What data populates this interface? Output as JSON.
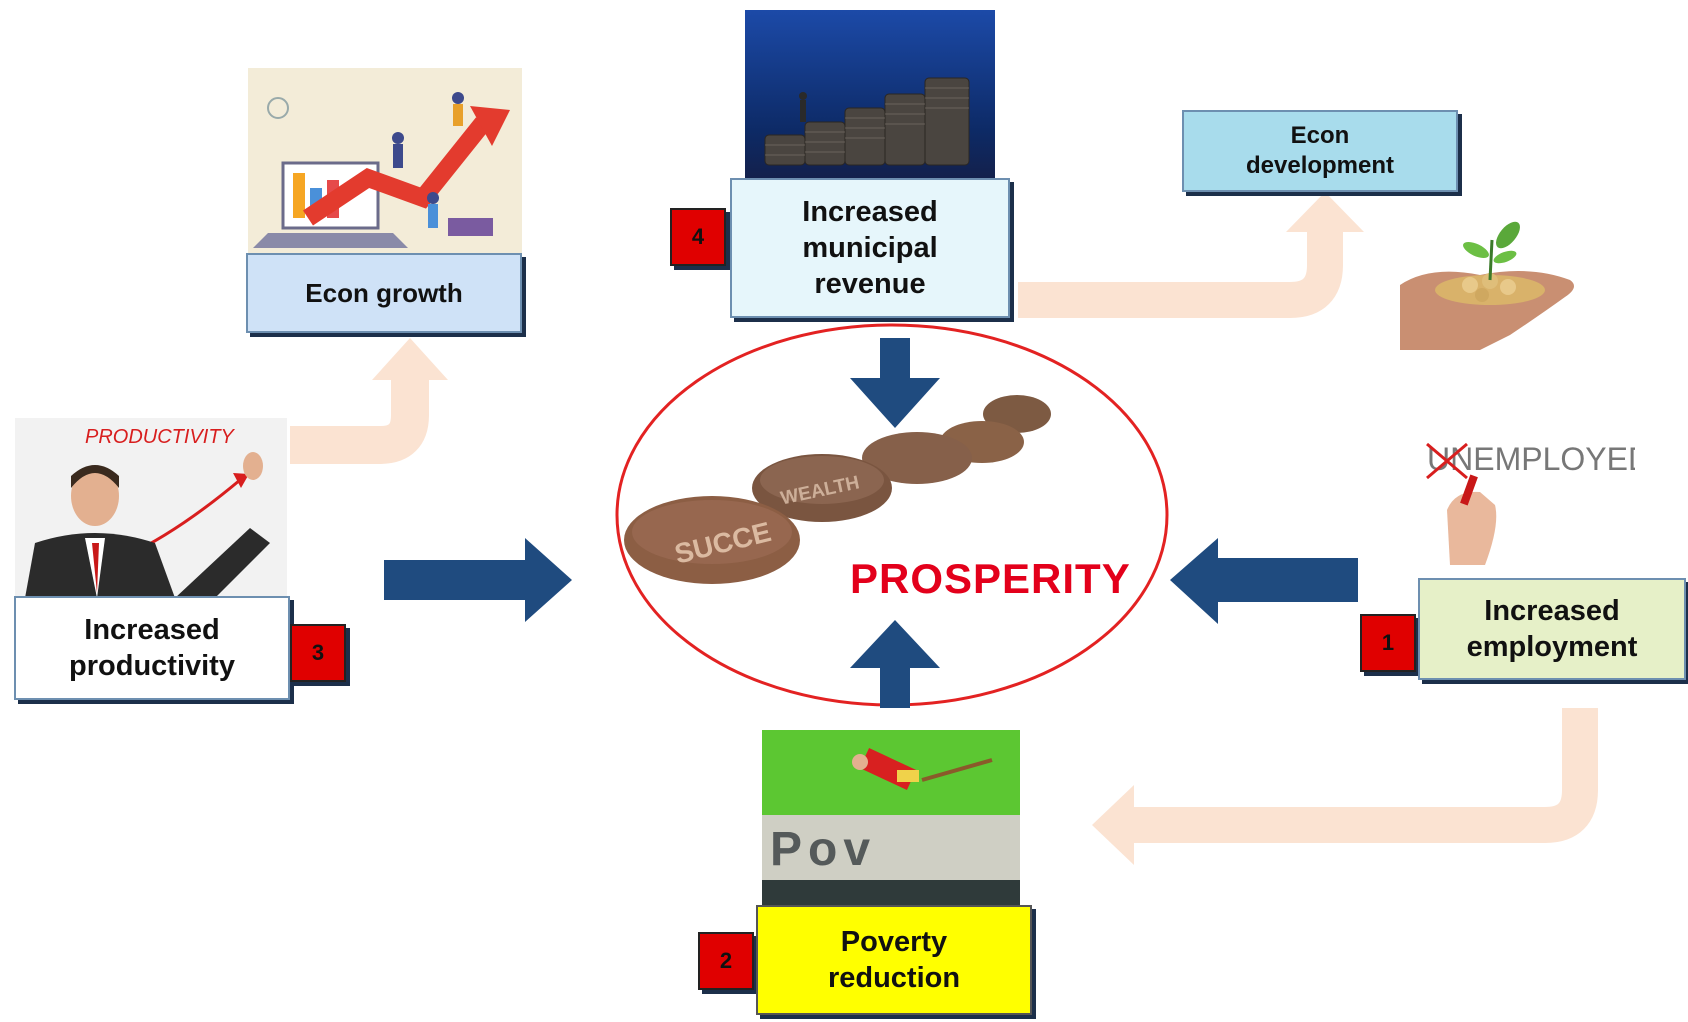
{
  "center": {
    "label": "PROSPERITY",
    "stone_words": [
      "SUCCE",
      "WEALTH"
    ]
  },
  "nodes": {
    "econ_growth": {
      "label": "Econ growth"
    },
    "municipal": {
      "label": "Increased municipal revenue",
      "number": "4"
    },
    "econ_development": {
      "label": "Econ development"
    },
    "productivity": {
      "label": "Increased productivity",
      "number": "3"
    },
    "employment": {
      "label": "Increased employment",
      "number": "1"
    },
    "poverty": {
      "label": "Poverty reduction",
      "number": "2"
    }
  },
  "images": {
    "productivity_word": "PRODUCTIVITY",
    "unemployed_word": "UNEMPLOYED",
    "poverty_word": "Pov"
  },
  "colors": {
    "arrow_dark": "#1f4b7f",
    "arrow_faint": "#fbe3d2",
    "center_text": "#e3001b",
    "ellipse": "#e32222",
    "badge": "#e00000",
    "econ_growth_fill": "#cfe2f7",
    "municipal_fill": "#e6f6fb",
    "econ_development_fill": "#a8dcec",
    "productivity_fill": "#ffffff",
    "employment_fill": "#e6f0c8",
    "poverty_fill": "#ffff00"
  }
}
